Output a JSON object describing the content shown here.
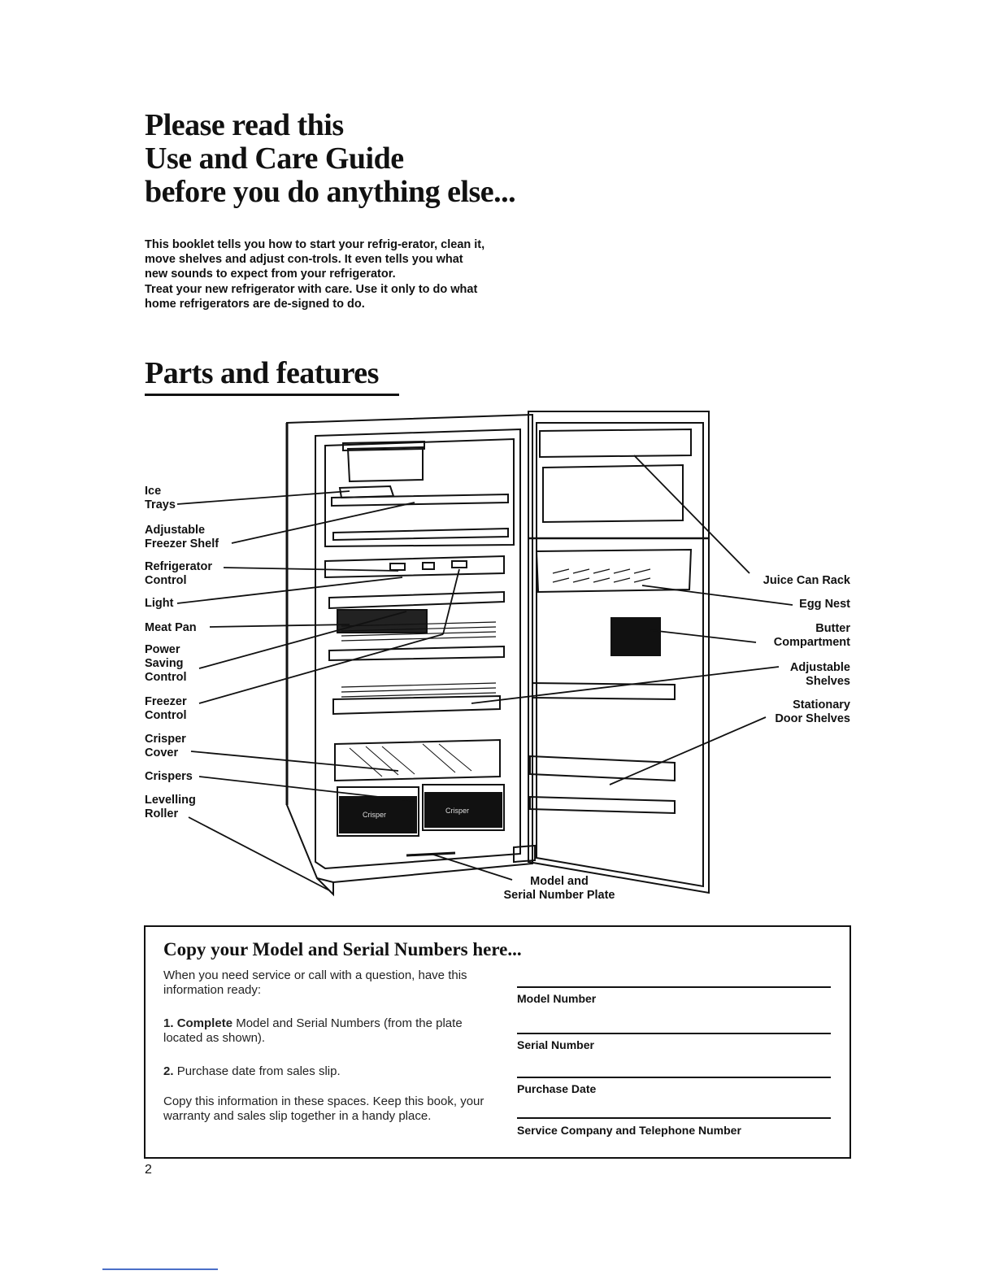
{
  "heading": {
    "line1": "Please read this",
    "line2": "Use and Care Guide",
    "line3": "before you do anything else..."
  },
  "intro": {
    "para1": "This booklet tells you how to start your refrig-erator, clean it, move shelves and adjust con-trols. It even tells you what new sounds to expect from your refrigerator.",
    "para2": "Treat your new refrigerator with care. Use it only to do what home refrigerators are de-signed to do."
  },
  "parts": {
    "title": "Parts and features",
    "left_labels": {
      "ice_trays": [
        "Ice",
        "Trays"
      ],
      "adjustable_freezer_shelf": [
        "Adjustable",
        "Freezer Shelf"
      ],
      "refrigerator_control": [
        "Refrigerator",
        "Control"
      ],
      "light": [
        "Light"
      ],
      "meat_pan": [
        "Meat Pan"
      ],
      "power_saving_control": [
        "Power",
        "Saving",
        "Control"
      ],
      "freezer_control": [
        "Freezer",
        "Control"
      ],
      "crisper_cover": [
        "Crisper",
        "Cover"
      ],
      "crispers": [
        "Crispers"
      ],
      "levelling_roller": [
        "Levelling",
        "Roller"
      ]
    },
    "right_labels": {
      "juice_can_rack": [
        "Juice Can Rack"
      ],
      "egg_nest": [
        "Egg Nest"
      ],
      "butter_compartment": [
        "Butter",
        "Compartment"
      ],
      "adjustable_shelves": [
        "Adjustable",
        "Shelves"
      ],
      "stationary_door_shelves": [
        "Stationary",
        "Door Shelves"
      ]
    },
    "bottom_label": [
      "Model and",
      "Serial Number Plate"
    ],
    "crisper_drawer_text": "Crisper"
  },
  "record_box": {
    "title": "Copy your Model and Serial Numbers here...",
    "intro": "When you need service or call with a question, have this information ready:",
    "step1_num": "1.",
    "step1_bold": "Complete",
    "step1_text": "Model and Serial Numbers (from the plate located as shown).",
    "step2_num": "2.",
    "step2_text": "Purchase date from sales slip.",
    "closing": "Copy this information in these spaces. Keep this book, your warranty and sales slip together in a handy place.",
    "fields": [
      "Model Number",
      "Serial Number",
      "Purchase Date",
      "Service Company and Telephone Number"
    ]
  },
  "page_number": "2"
}
